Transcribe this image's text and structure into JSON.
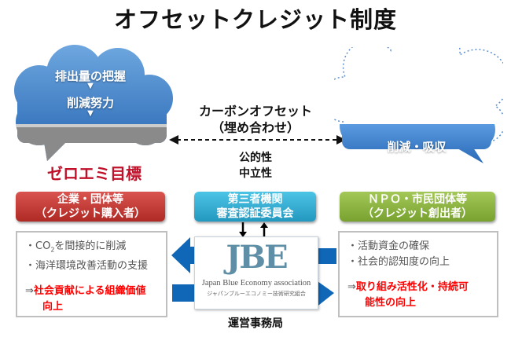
{
  "title": "オフセットクレジット制度",
  "left_cloud": {
    "line1": "排出量の把握",
    "arrow1": "▼",
    "line2": "削減努力",
    "arrow2": "▼"
  },
  "goal": "ゼロエミ目標",
  "center": {
    "offset_line1": "カーボンオフセット",
    "offset_line2": "（埋め合わせ）",
    "public_line1": "公的性",
    "public_line2": "中立性"
  },
  "right_cloud": {
    "label": "削減・吸収"
  },
  "boxes": {
    "buyer": {
      "line1": "企業・団体等",
      "line2": "（クレジット購入者）",
      "color": "#c0392b"
    },
    "third": {
      "line1": "第三者機関",
      "line2": "審査認証委員会",
      "color": "#31b0d5"
    },
    "creator": {
      "line1": "ＮＰＯ・市民団体等",
      "line2": "（クレジット創出者）",
      "color": "#8cb33c"
    }
  },
  "buyer_benefits": {
    "item1_pre": "・CO",
    "item1_sub": "2",
    "item1_post": "を間接的に削減",
    "item2": "・海洋環境改善活動の支援",
    "result_arrow": "⇒",
    "result_line1": "社会貢献による組織価値",
    "result_line2": "向上"
  },
  "creator_benefits": {
    "item1": "・活動資金の確保",
    "item2": "・社会的認知度の向上",
    "result_arrow": "⇒",
    "result_line1": "取り組み活性化・持続可",
    "result_line2": "能性の向上"
  },
  "logo": {
    "mark": "JBE",
    "name_en": "Japan Blue Economy association",
    "name_ja": "ジャパンブルーエコノミー技術研究組合"
  },
  "secretariat": "運営事務局"
}
